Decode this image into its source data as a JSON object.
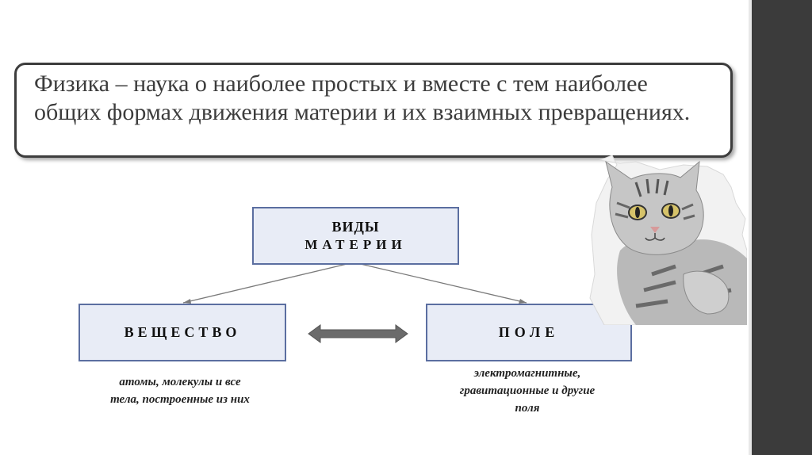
{
  "definition": "Физика – наука о наиболее простых и вместе с тем наиболее общих формах движения материи и их взаимных превращениях.",
  "root": {
    "line1": "ВИДЫ",
    "line2": "МАТЕРИИ"
  },
  "left_box": {
    "label": "ВЕЩЕСТВО",
    "caption_line1": "атомы, молекулы и все",
    "caption_line2": "тела, построенные из них"
  },
  "right_box": {
    "label": "ПОЛЕ",
    "caption_line1": "электромагнитные,",
    "caption_line2": "гравитационные и другие",
    "caption_line3": "поля"
  },
  "colors": {
    "box_fill": "#e8ecf6",
    "box_border": "#5b6ea0",
    "arrow": "#6b6b6b",
    "side_bar": "#3b3b3b"
  },
  "icons": {
    "decor": "cat-image",
    "double_arrow": "double-arrow-icon"
  }
}
